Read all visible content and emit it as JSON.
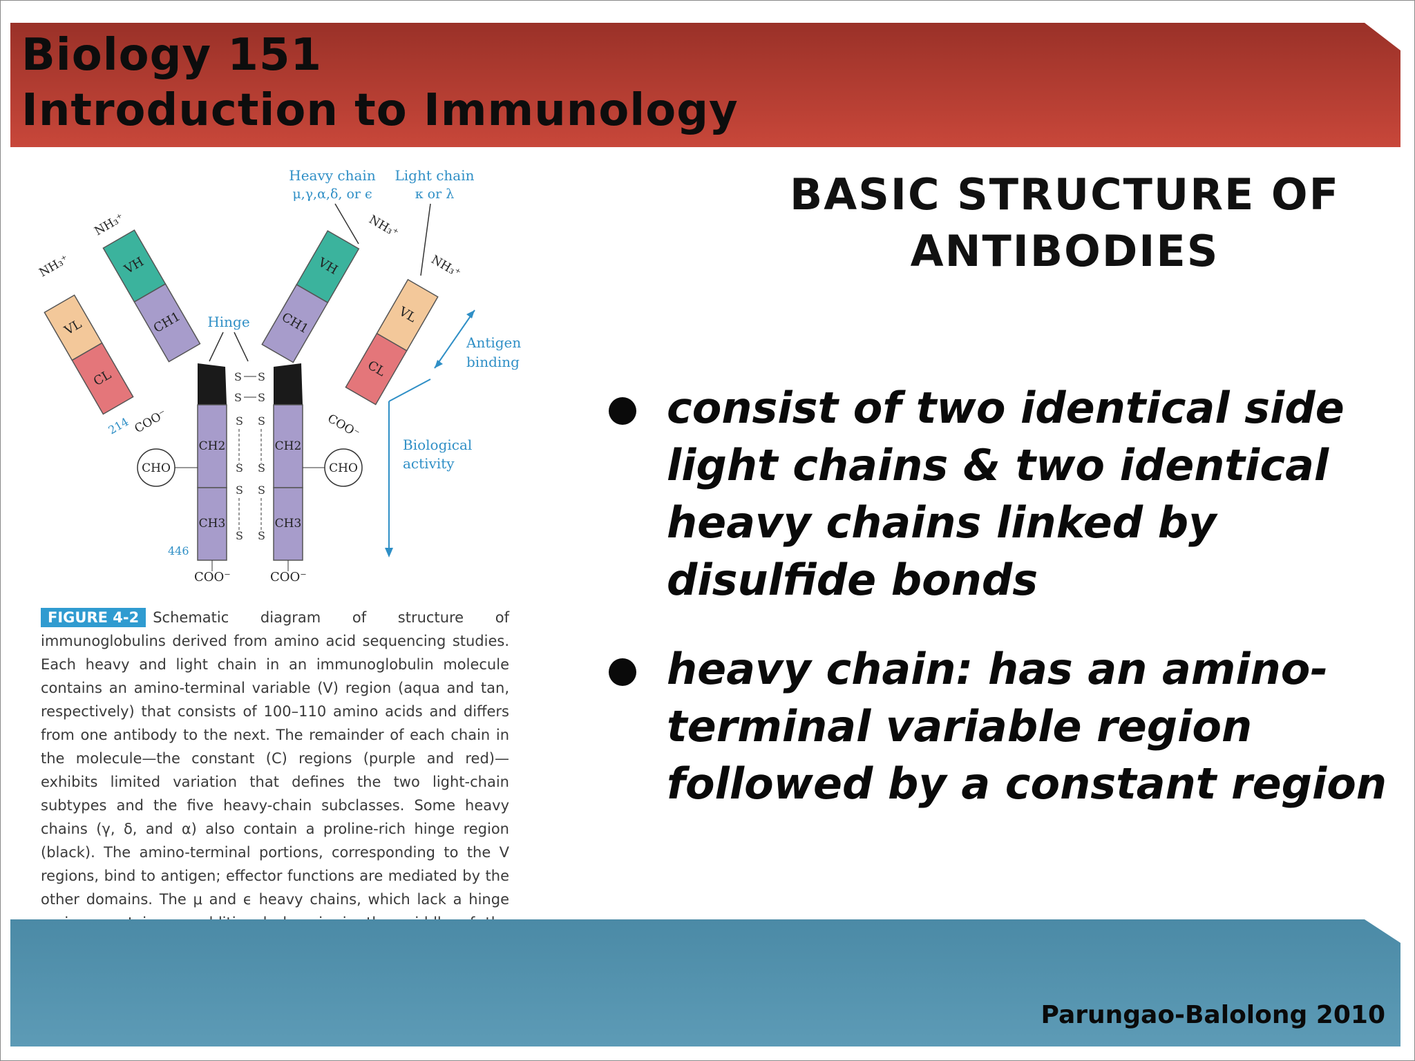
{
  "header": {
    "line1": "Biology 151",
    "line2": "Introduction to Immunology"
  },
  "heading": "BASIC STRUCTURE OF ANTIBODIES",
  "bullets": [
    "consist of two identical side light chains & two identical heavy chains linked by disulfide bonds",
    "heavy chain: has an amino-terminal variable region followed by a constant region"
  ],
  "credit": "Parungao-Balolong 2010",
  "figure": {
    "heavy_chain_label": "Heavy chain",
    "heavy_chain_types": "μ,γ,α,δ, or ϵ",
    "light_chain_label": "Light chain",
    "light_chain_types": "κ or λ",
    "hinge": "Hinge",
    "antigen_binding_1": "Antigen",
    "antigen_binding_2": "binding",
    "biological_activity_1": "Biological",
    "biological_activity_2": "activity",
    "nh3": "NH₃⁺",
    "coo": "COO⁻",
    "cho": "CHO",
    "s": "S",
    "num_214": "214",
    "num_446": "446",
    "domains": {
      "vh": "VH",
      "ch1": "CH1",
      "ch2": "CH2",
      "ch3": "CH3",
      "vl": "VL",
      "cl": "CL"
    },
    "caption_label": "FIGURE 4-2",
    "caption_text": "Schematic diagram of structure of immunoglobulins derived from amino acid sequencing studies. Each heavy and light chain in an immunoglobulin molecule contains an amino-terminal variable (V) region (aqua and tan, respectively) that consists of 100–110 amino acids and differs from one antibody to the next. The remainder of each chain in the molecule—the constant (C) regions (purple and red)—exhibits limited variation that defines the two light-chain subtypes and the five heavy-chain subclasses. Some heavy chains (γ, δ, and α) also contain a proline-rich hinge region (black). The amino-terminal portions, corresponding to the V regions, bind to antigen; effector functions are mediated by the other domains. The μ and ϵ heavy chains, which lack a hinge region, contain an additional domain in the middle of the molecule."
  },
  "colors": {
    "header_top": "#9a3128",
    "header_bottom": "#c8473a",
    "footer_top": "#4b8aa6",
    "footer_bottom": "#5d9bb6",
    "vh": "#3bb39d",
    "ch": "#a79ccb",
    "vl": "#f3c89a",
    "cl": "#e4767a",
    "hinge": "#1a1a1a",
    "annotation_blue": "#2f8fc6"
  }
}
